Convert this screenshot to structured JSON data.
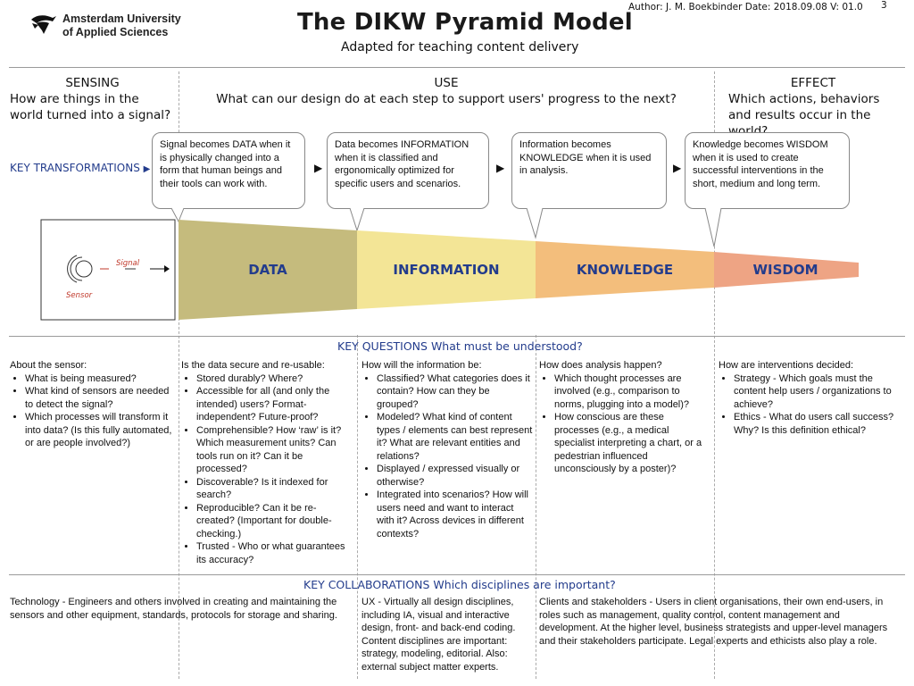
{
  "header": {
    "logo_line1": "Amsterdam University",
    "logo_line2": "of Applied Sciences",
    "title": "The DIKW Pyramid Model",
    "subtitle": "Adapted for teaching content delivery",
    "author": "Author: J. M. Boekbinder Date: 2018.09.08 V: 01.0",
    "page_number": "3"
  },
  "columns": {
    "sensing": {
      "heading": "SENSING",
      "question": "How are things in the world turned into a signal?"
    },
    "use": {
      "heading": "USE",
      "question": "What can our design do at each step to support users' progress to the next?"
    },
    "effect": {
      "heading": "EFFECT",
      "question": "Which actions, behaviors and results occur in the world?"
    }
  },
  "key_transformations": {
    "label": "KEY TRANSFORMATIONS",
    "bubbles": [
      "Signal becomes DATA when it is physically changed into a form that human beings and their tools can work with.",
      "Data becomes INFORMATION when it is classified and ergonomically optimized for specific users and scenarios.",
      "Information becomes KNOWLEDGE when it is used in analysis.",
      "Knowledge becomes WISDOM when it is used to create successful interventions in the short, medium and long term."
    ]
  },
  "pyramid": {
    "sensor_label": "Sensor",
    "signal_label": "Signal",
    "stages": [
      {
        "label": "DATA",
        "color": "#c5bb7d"
      },
      {
        "label": "INFORMATION",
        "color": "#f3e596"
      },
      {
        "label": "KNOWLEDGE",
        "color": "#f3be7c"
      },
      {
        "label": "WISDOM",
        "color": "#eea484"
      }
    ]
  },
  "key_questions": {
    "heading": "KEY QUESTIONS What must be understood?",
    "columns": [
      {
        "intro": "About the sensor:",
        "items": [
          "What is being measured?",
          "What kind of sensors are needed to detect the signal?",
          "Which processes will transform it into data? (Is this fully automated, or are people involved?)"
        ]
      },
      {
        "intro": "Is the data secure and re-usable:",
        "items": [
          "Stored durably? Where?",
          "Accessible for all (and only the intended) users? Format-independent? Future-proof?",
          "Comprehensible? How ‘raw’ is it? Which measurement units? Can tools run on it? Can it be processed?",
          "Discoverable? Is it indexed for search?",
          "Reproducible? Can it be re-created? (Important for double-checking.)",
          "Trusted - Who or what guarantees its accuracy?"
        ]
      },
      {
        "intro": "How will the information be:",
        "items": [
          "Classified? What categories does it contain? How can they be grouped?",
          "Modeled? What kind of content types / elements can best represent it? What are relevant entities and relations?",
          "Displayed / expressed visually or otherwise?",
          "Integrated into scenarios? How will users need and want to interact with it? Across devices in different contexts?"
        ]
      },
      {
        "intro": "How does analysis happen?",
        "items": [
          "Which thought processes are involved (e.g., comparison to norms, plugging into a model)?",
          "How conscious are these processes (e.g., a medical specialist interpreting a chart, or a pedestrian influenced unconsciously by a poster)?"
        ]
      },
      {
        "intro": "How are interventions decided:",
        "items": [
          "Strategy - Which goals must the content help users / organizations to achieve?",
          "Ethics - What do users call success? Why? Is this definition ethical?"
        ]
      }
    ]
  },
  "key_collaborations": {
    "heading": "KEY COLLABORATIONS Which disciplines are important?",
    "columns": [
      "Technology - Engineers and others involved in creating and maintaining the sensors and other equipment, standards, protocols for storage and sharing.",
      "UX - Virtually all design disciplines, including IA, visual and interactive design, front- and back-end coding. Content disciplines are important: strategy, modeling, editorial. Also: external subject matter experts.",
      "Clients and stakeholders - Users in client organisations, their own end-users, in roles such as management, quality control, content management and development. At the higher level, business strategists and upper-level managers and their stakeholders participate. Legal experts and ethicists also play a role."
    ]
  }
}
